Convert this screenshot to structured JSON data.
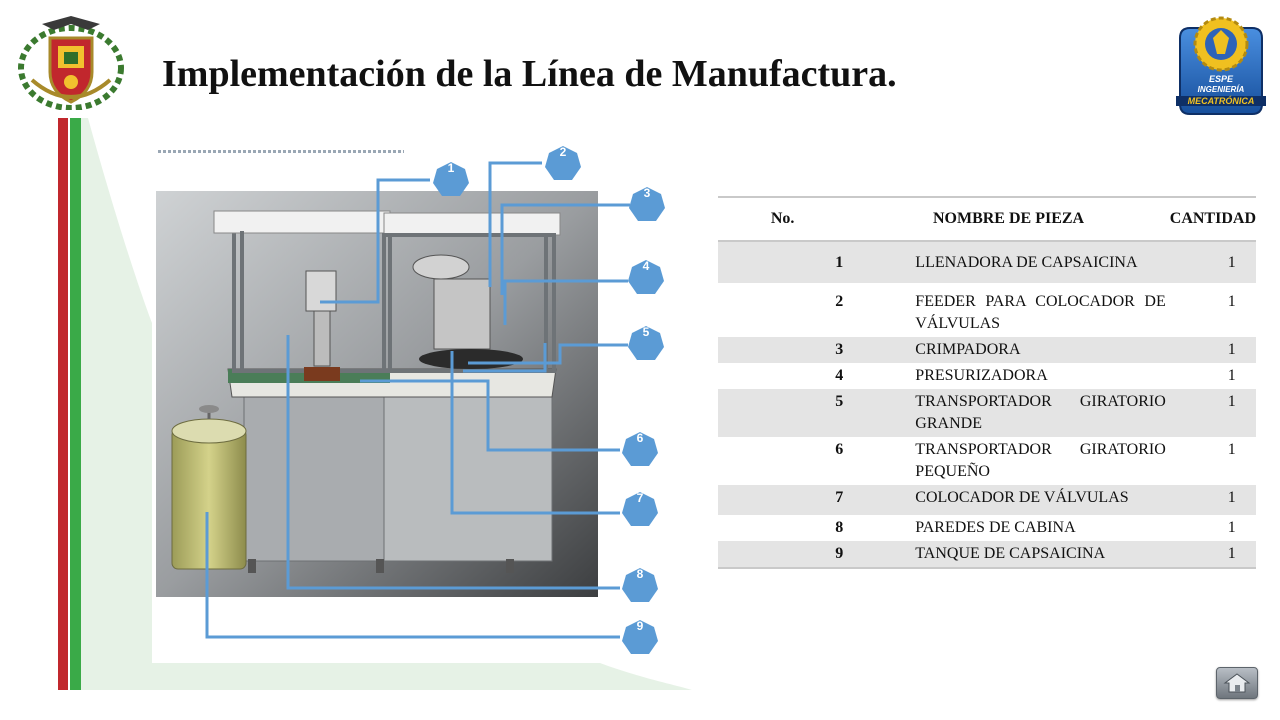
{
  "slide": {
    "title": "Implementación de la Línea de Manufactura."
  },
  "logos": {
    "right_badge_lines": [
      "ESPE",
      "INGENIERÍA",
      "MECATRÓNICA"
    ]
  },
  "diagram": {
    "callouts": [
      "1",
      "2",
      "3",
      "4",
      "5",
      "6",
      "7",
      "8",
      "9"
    ],
    "callout_color": "#5b9bd5"
  },
  "parts_table": {
    "headers": [
      "No.",
      "NOMBRE DE PIEZA",
      "CANTIDAD"
    ],
    "rows": [
      {
        "no": "1",
        "name": "LLENADORA DE CAPSAICINA",
        "qty": "1"
      },
      {
        "no": "2",
        "name": "FEEDER PARA COLOCADOR DE VÁLVULAS",
        "qty": "1"
      },
      {
        "no": "3",
        "name": "CRIMPADORA",
        "qty": "1"
      },
      {
        "no": "4",
        "name": "PRESURIZADORA",
        "qty": "1"
      },
      {
        "no": "5",
        "name": "TRANSPORTADOR GIRATORIO GRANDE",
        "qty": "1"
      },
      {
        "no": "6",
        "name": "TRANSPORTADOR GIRATORIO PEQUEÑO",
        "qty": "1"
      },
      {
        "no": "7",
        "name": "COLOCADOR DE VÁLVULAS",
        "qty": "1"
      },
      {
        "no": "8",
        "name": "PAREDES DE CABINA",
        "qty": "1"
      },
      {
        "no": "9",
        "name": "TANQUE DE CAPSAICINA",
        "qty": "1"
      }
    ]
  },
  "colors": {
    "flag_red": "#c1272d",
    "flag_green": "#3aaa48",
    "panel_tint": "#e6f2e6"
  },
  "icons": {
    "home": "home-icon"
  }
}
